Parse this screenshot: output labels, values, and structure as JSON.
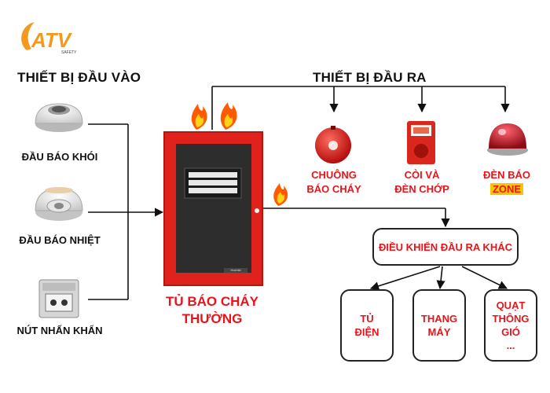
{
  "logo": {
    "letters": "ATV",
    "sub": "SAFETY"
  },
  "inputs": {
    "heading": "THIẾT BỊ ĐẦU VÀO",
    "devices": [
      "ĐẦU BÁO KHÓI",
      "ĐẦU BÁO NHIỆT",
      "NÚT NHẤN KHẨN"
    ]
  },
  "outputs": {
    "heading": "THIẾT BỊ ĐẦU RA",
    "bell": [
      "CHUÔNG",
      "BÁO CHÁY"
    ],
    "siren": [
      "CÒI VÀ",
      "ĐÈN CHỚP"
    ],
    "zone_lamp": [
      "ĐÈN BÁO",
      "ZONE"
    ]
  },
  "panel": {
    "label": [
      "TỦ BÁO CHÁY",
      "THƯỜNG"
    ],
    "brand": "Hochiki"
  },
  "other_outputs": {
    "title": "ĐIỀU KHIỂN ĐẦU RA KHÁC",
    "items": [
      [
        "TỦ",
        "ĐIỆN"
      ],
      [
        "THANG",
        "MÁY"
      ],
      [
        "QUẠT",
        "THÔNG",
        "GIÓ",
        "..."
      ]
    ]
  },
  "colors": {
    "accent_red": "#e8141b",
    "panel_red": "#e0221c",
    "zone_yellow": "#f7c600",
    "logo_orange": "#f39a1e"
  }
}
